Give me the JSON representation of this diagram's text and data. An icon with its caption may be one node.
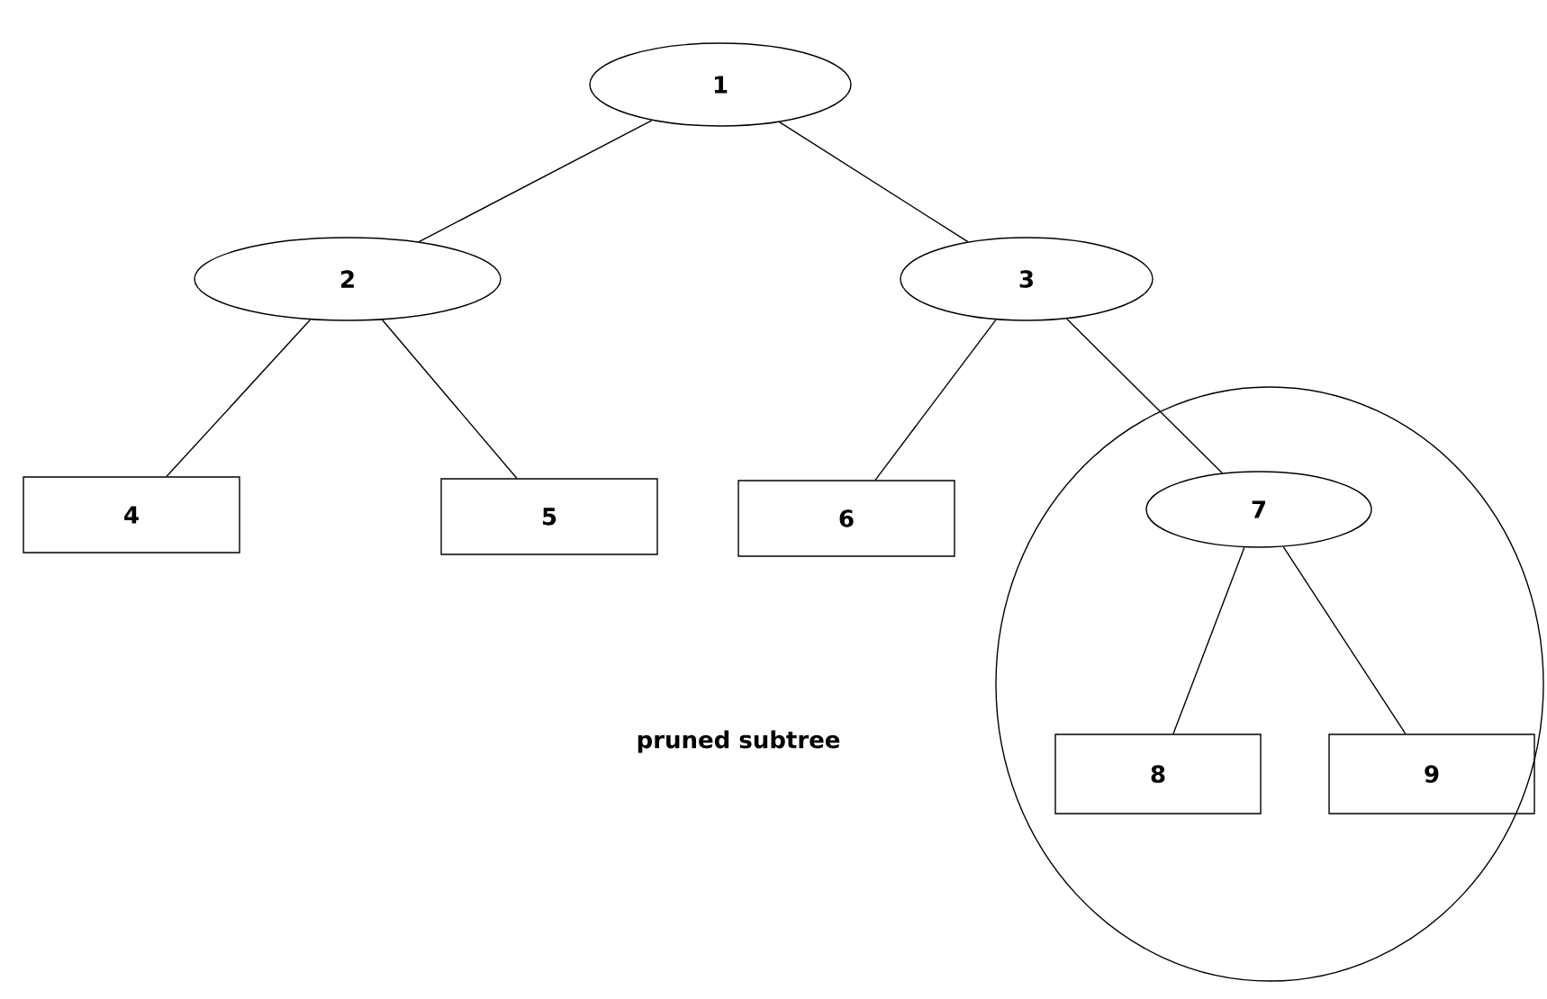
{
  "diagram": {
    "nodes": [
      {
        "text": [
          "1"
        ]
      },
      {
        "text": [
          "2"
        ]
      },
      {
        "text": [
          "3"
        ]
      },
      {
        "text": [
          "4"
        ]
      },
      {
        "text": [
          "5"
        ]
      },
      {
        "text": [
          "6"
        ]
      },
      {
        "text": [],
        "shape": "circle"
      },
      {
        "text": [
          "7"
        ],
        "in": 6
      },
      {
        "text": [
          "8"
        ],
        "in": 6
      },
      {
        "text": [
          "9"
        ],
        "in": 6
      }
    ],
    "edges": [
      {
        "from": 0,
        "to": 1,
        "arrow": "none"
      },
      {
        "from": 0,
        "to": 2,
        "arrow": "none"
      },
      {
        "from": 1,
        "to": 3,
        "arrow": "none"
      },
      {
        "from": 1,
        "to": 4,
        "arrow": "none"
      },
      {
        "from": 2,
        "to": 5,
        "arrow": "none"
      },
      {
        "from": 2,
        "to": 7,
        "arrow": "none"
      },
      {
        "from": 7,
        "to": 8,
        "arrow": "none"
      },
      {
        "from": 7,
        "to": 9,
        "arrow": "none"
      }
    ],
    "labels": [
      "pruned subtree"
    ]
  }
}
